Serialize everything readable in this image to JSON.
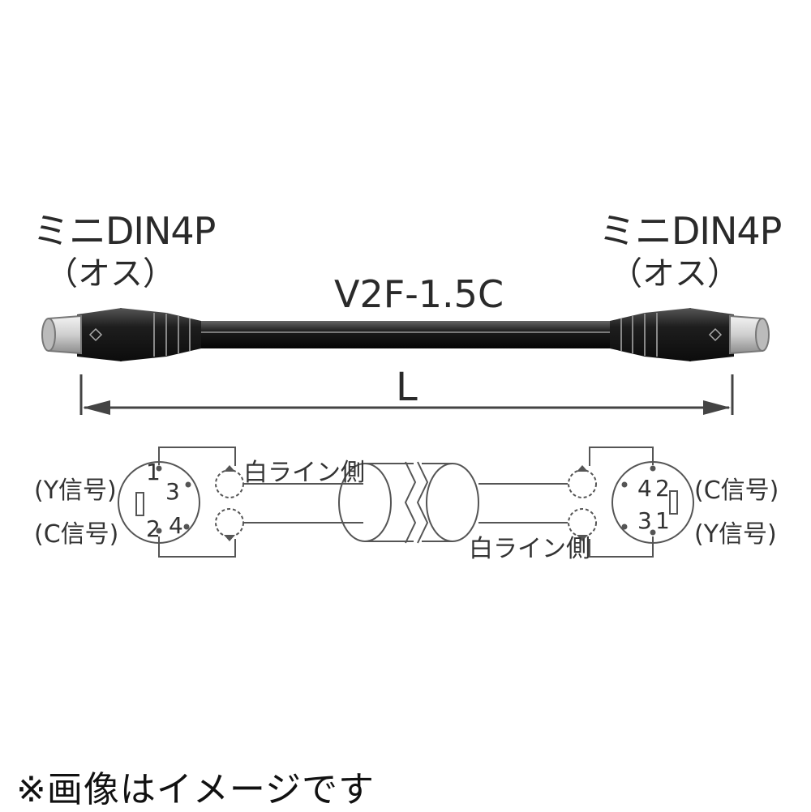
{
  "connectors": {
    "left": {
      "type": "ミニDIN4P",
      "gender": "（オス）"
    },
    "right": {
      "type": "ミニDIN4P",
      "gender": "（オス）"
    }
  },
  "cable": {
    "model": "V2F-1.5C",
    "length_label": "L"
  },
  "wiring": {
    "left": {
      "signals": [
        "(Y信号)",
        "(C信号)"
      ],
      "pins": [
        "1",
        "3",
        "2",
        "4"
      ],
      "white_line": "白ライン側"
    },
    "right": {
      "signals": [
        "(C信号)",
        "(Y信号)"
      ],
      "pins": [
        "4",
        "2",
        "3",
        "1"
      ],
      "white_line": "白ライン側"
    }
  },
  "note": "※画像はイメージです"
}
